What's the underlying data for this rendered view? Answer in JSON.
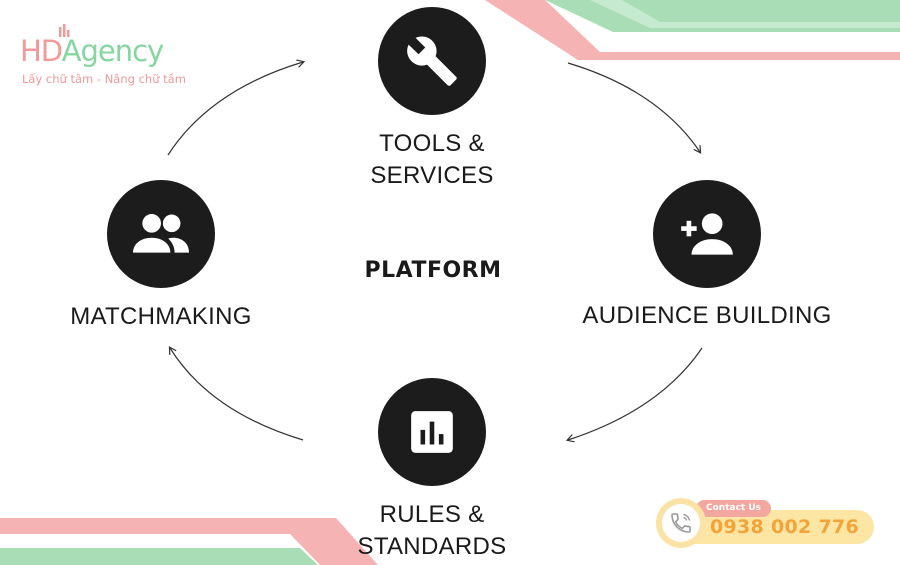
{
  "brand": {
    "logo_hd": "HD",
    "logo_agency": "Agency",
    "tagline": "Lấy chữ tâm - Nâng chữ tầm",
    "color_pink": "#f09a9a",
    "color_green": "#86d6a0"
  },
  "diagram": {
    "center_title": "PLATFORM",
    "nodes": [
      {
        "id": "tools",
        "label_line1": "TOOLS &",
        "label_line2": "SERVICES",
        "icon": "wrench-icon"
      },
      {
        "id": "audience",
        "label_line1": "AUDIENCE BUILDING",
        "label_line2": "",
        "icon": "add-user-icon"
      },
      {
        "id": "rules",
        "label_line1": "RULES &",
        "label_line2": "STANDARDS",
        "icon": "bar-chart-icon"
      },
      {
        "id": "match",
        "label_line1": "MATCHMAKING",
        "label_line2": "",
        "icon": "users-icon"
      }
    ],
    "cycle_direction": "clockwise",
    "node_color": "#1c1c1c"
  },
  "contact": {
    "tag": "Contact Us",
    "phone": "0938 002 776",
    "icon": "phone-icon"
  }
}
